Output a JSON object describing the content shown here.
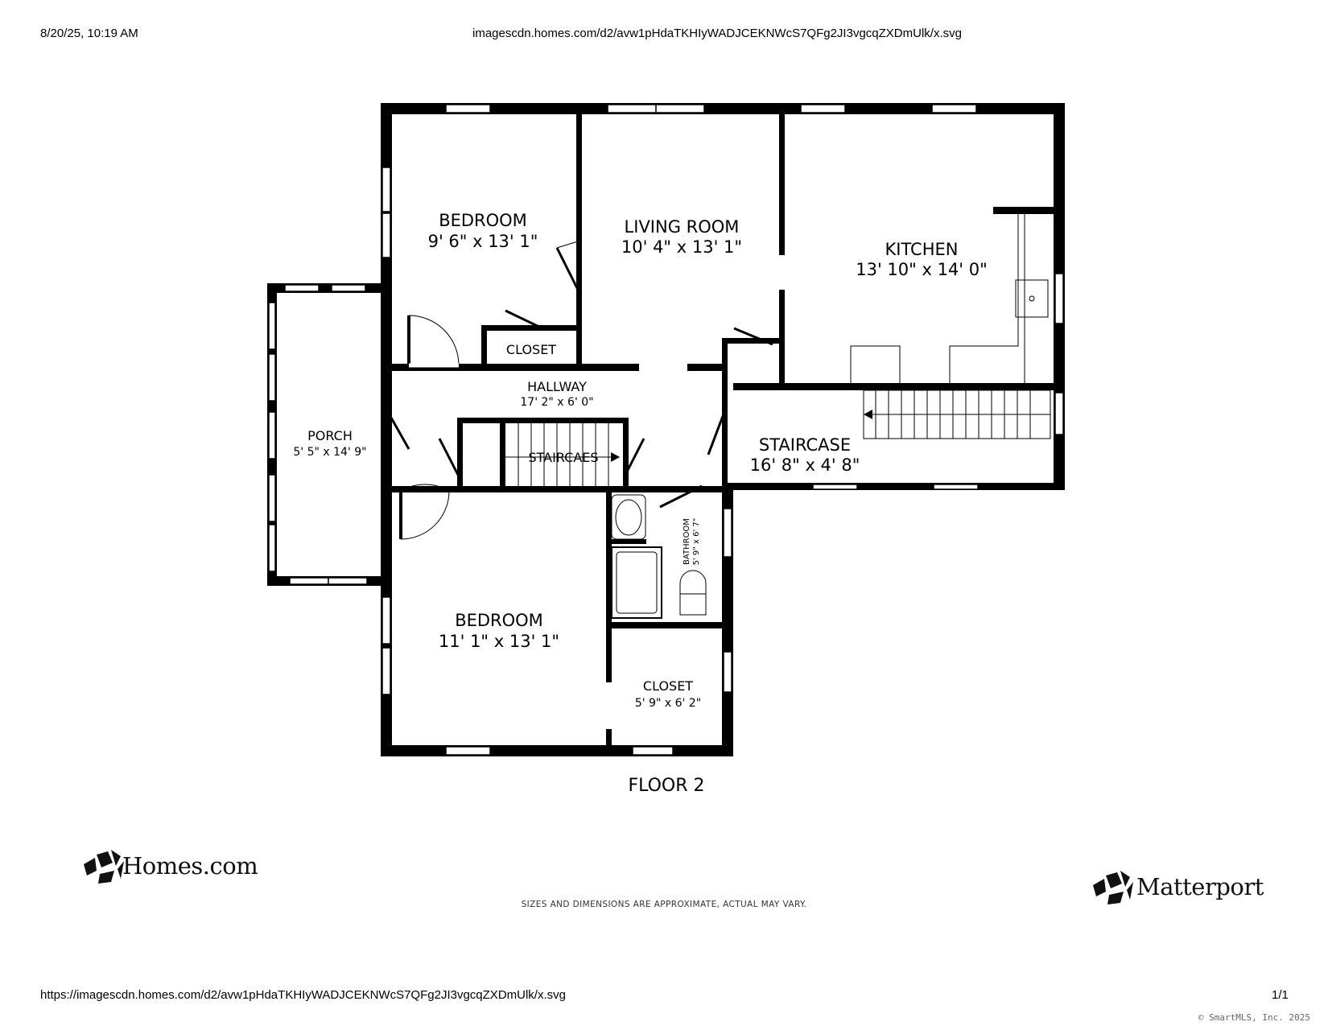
{
  "header": {
    "timestamp": "8/20/25, 10:19 AM",
    "url": "imagescdn.homes.com/d2/avw1pHdaTKHIyWADJCEKNWcS7QFg2JI3vgcqZXDmUlk/x.svg"
  },
  "footer": {
    "url": "https://imagescdn.homes.com/d2/avw1pHdaTKHIyWADJCEKNWcS7QFg2JI3vgcqZXDmUlk/x.svg",
    "page": "1/1",
    "copyright": "© SmartMLS, Inc. 2025"
  },
  "floor": {
    "title": "FLOOR 2",
    "disclaimer": "SIZES AND DIMENSIONS ARE APPROXIMATE, ACTUAL MAY VARY."
  },
  "rooms": {
    "bedroom1": {
      "name": "BEDROOM",
      "dims": "9' 6\" x 13' 1\""
    },
    "living": {
      "name": "LIVING ROOM",
      "dims": "10' 4\" x 13' 1\""
    },
    "kitchen": {
      "name": "KITCHEN",
      "dims": "13' 10\" x 14' 0\""
    },
    "closet1": {
      "name": "CLOSET"
    },
    "hallway": {
      "name": "HALLWAY",
      "dims": "17' 2\" x 6' 0\""
    },
    "porch": {
      "name": "PORCH",
      "dims": "5' 5\" x 14' 9\""
    },
    "staircases": {
      "name": "STAIRCAES"
    },
    "staircase": {
      "name": "STAIRCASE",
      "dims": "16' 8\" x 4' 8\""
    },
    "bathroom": {
      "name": "BATHROOM",
      "dims": "5' 9\" x 6' 7\""
    },
    "bedroom2": {
      "name": "BEDROOM",
      "dims": "11' 1\" x 13' 1\""
    },
    "closet2": {
      "name": "CLOSET",
      "dims": "5' 9\" x 6' 2\""
    }
  },
  "logos": {
    "homes": "Homes.com",
    "matterport": "Matterport"
  },
  "icons": [
    "homes-logo-icon",
    "matterport-logo-icon"
  ]
}
